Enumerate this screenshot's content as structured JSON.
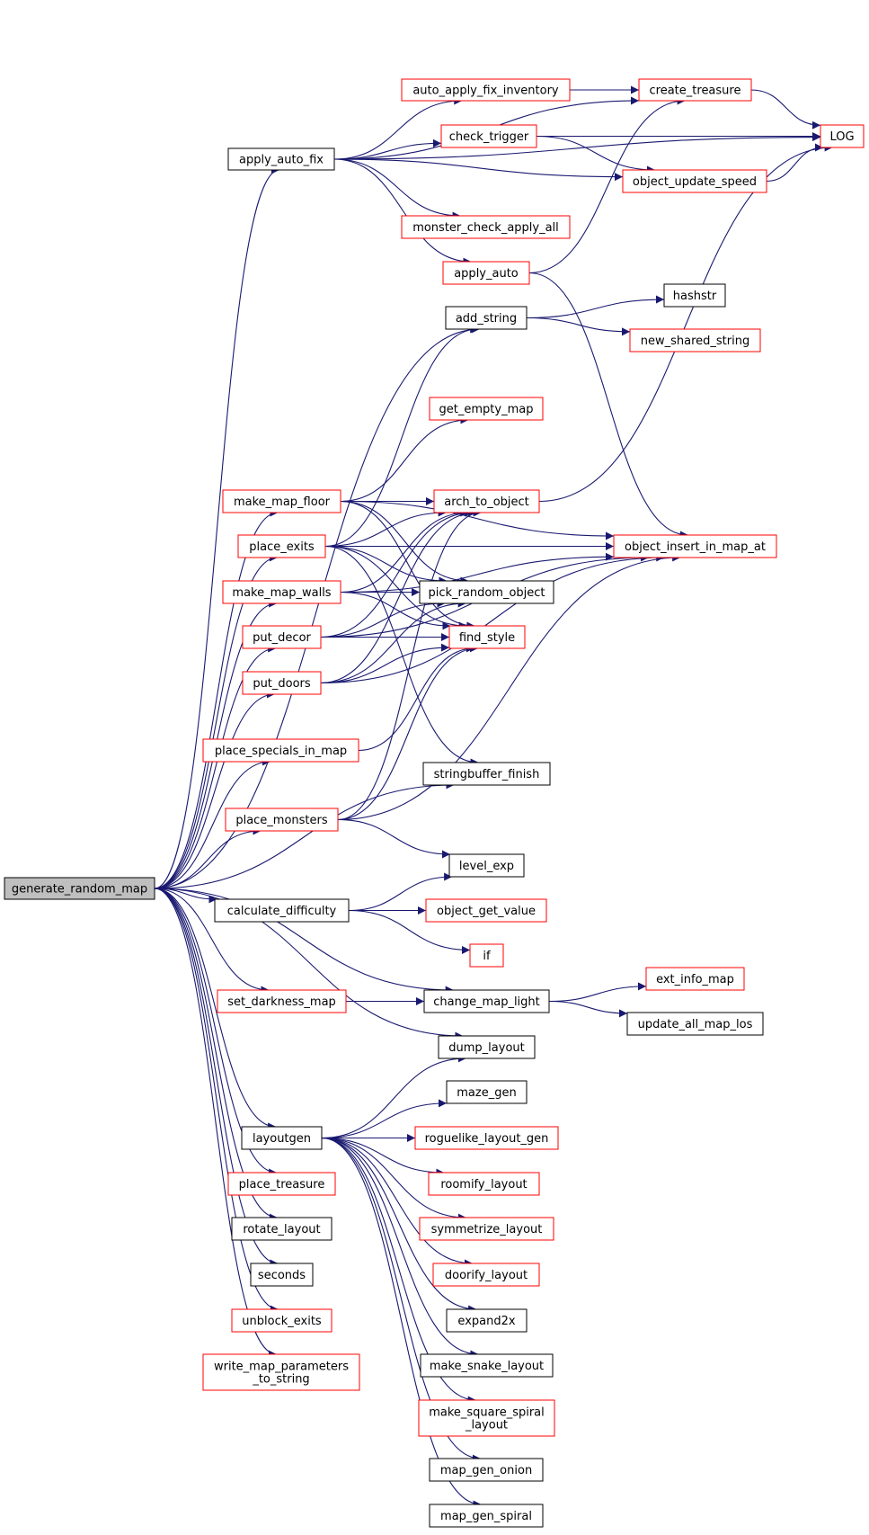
{
  "colors": {
    "edge": "#191970",
    "black_border": "#000000",
    "red_border": "#ff0000",
    "root_fill": "#bfbfbf",
    "node_fill": "#ffffff",
    "text": "#000000"
  },
  "nodes": [
    {
      "id": "generate_random_map",
      "label": "generate_random_map",
      "border": "black",
      "root": true
    },
    {
      "id": "apply_auto_fix",
      "label": "apply_auto_fix",
      "border": "black"
    },
    {
      "id": "auto_apply_fix_inventory",
      "label": "auto_apply_fix_inventory",
      "border": "red"
    },
    {
      "id": "create_treasure",
      "label": "create_treasure",
      "border": "red"
    },
    {
      "id": "LOG",
      "label": "LOG",
      "border": "red"
    },
    {
      "id": "check_trigger",
      "label": "check_trigger",
      "border": "red"
    },
    {
      "id": "object_update_speed",
      "label": "object_update_speed",
      "border": "red"
    },
    {
      "id": "monster_check_apply_all",
      "label": "monster_check_apply_all",
      "border": "red"
    },
    {
      "id": "apply_auto",
      "label": "apply_auto",
      "border": "red"
    },
    {
      "id": "hashstr",
      "label": "hashstr",
      "border": "black"
    },
    {
      "id": "add_string",
      "label": "add_string",
      "border": "black"
    },
    {
      "id": "new_shared_string",
      "label": "new_shared_string",
      "border": "red"
    },
    {
      "id": "get_empty_map",
      "label": "get_empty_map",
      "border": "red"
    },
    {
      "id": "make_map_floor",
      "label": "make_map_floor",
      "border": "red"
    },
    {
      "id": "arch_to_object",
      "label": "arch_to_object",
      "border": "red"
    },
    {
      "id": "place_exits",
      "label": "place_exits",
      "border": "red"
    },
    {
      "id": "object_insert_in_map_at",
      "label": "object_insert_in_map_at",
      "border": "red"
    },
    {
      "id": "make_map_walls",
      "label": "make_map_walls",
      "border": "red"
    },
    {
      "id": "pick_random_object",
      "label": "pick_random_object",
      "border": "black"
    },
    {
      "id": "put_decor",
      "label": "put_decor",
      "border": "red"
    },
    {
      "id": "find_style",
      "label": "find_style",
      "border": "red"
    },
    {
      "id": "put_doors",
      "label": "put_doors",
      "border": "red"
    },
    {
      "id": "place_specials_in_map",
      "label": "place_specials_in_map",
      "border": "red"
    },
    {
      "id": "stringbuffer_finish",
      "label": "stringbuffer_finish",
      "border": "black"
    },
    {
      "id": "place_monsters",
      "label": "place_monsters",
      "border": "red"
    },
    {
      "id": "level_exp",
      "label": "level_exp",
      "border": "black"
    },
    {
      "id": "calculate_difficulty",
      "label": "calculate_difficulty",
      "border": "black"
    },
    {
      "id": "object_get_value",
      "label": "object_get_value",
      "border": "red"
    },
    {
      "id": "if",
      "label": "if",
      "border": "red"
    },
    {
      "id": "ext_info_map",
      "label": "ext_info_map",
      "border": "red"
    },
    {
      "id": "set_darkness_map",
      "label": "set_darkness_map",
      "border": "red"
    },
    {
      "id": "change_map_light",
      "label": "change_map_light",
      "border": "black"
    },
    {
      "id": "update_all_map_los",
      "label": "update_all_map_los",
      "border": "black"
    },
    {
      "id": "dump_layout",
      "label": "dump_layout",
      "border": "black"
    },
    {
      "id": "maze_gen",
      "label": "maze_gen",
      "border": "black"
    },
    {
      "id": "layoutgen",
      "label": "layoutgen",
      "border": "black"
    },
    {
      "id": "roguelike_layout_gen",
      "label": "roguelike_layout_gen",
      "border": "red"
    },
    {
      "id": "place_treasure",
      "label": "place_treasure",
      "border": "red"
    },
    {
      "id": "roomify_layout",
      "label": "roomify_layout",
      "border": "red"
    },
    {
      "id": "rotate_layout",
      "label": "rotate_layout",
      "border": "black"
    },
    {
      "id": "symmetrize_layout",
      "label": "symmetrize_layout",
      "border": "red"
    },
    {
      "id": "seconds",
      "label": "seconds",
      "border": "black"
    },
    {
      "id": "doorify_layout",
      "label": "doorify_layout",
      "border": "red"
    },
    {
      "id": "unblock_exits",
      "label": "unblock_exits",
      "border": "red"
    },
    {
      "id": "expand2x",
      "label": "expand2x",
      "border": "black"
    },
    {
      "id": "write_map_parameters_to_string",
      "label": "write_map_parameters\n_to_string",
      "border": "red"
    },
    {
      "id": "make_snake_layout",
      "label": "make_snake_layout",
      "border": "black"
    },
    {
      "id": "make_square_spiral_layout",
      "label": "make_square_spiral\n_layout",
      "border": "red"
    },
    {
      "id": "map_gen_onion",
      "label": "map_gen_onion",
      "border": "black"
    },
    {
      "id": "map_gen_spiral",
      "label": "map_gen_spiral",
      "border": "black"
    }
  ],
  "edges": [
    [
      "generate_random_map",
      "apply_auto_fix"
    ],
    [
      "generate_random_map",
      "add_string"
    ],
    [
      "generate_random_map",
      "make_map_floor"
    ],
    [
      "generate_random_map",
      "place_exits"
    ],
    [
      "generate_random_map",
      "make_map_walls"
    ],
    [
      "generate_random_map",
      "put_decor"
    ],
    [
      "generate_random_map",
      "put_doors"
    ],
    [
      "generate_random_map",
      "place_specials_in_map"
    ],
    [
      "generate_random_map",
      "place_monsters"
    ],
    [
      "generate_random_map",
      "stringbuffer_finish"
    ],
    [
      "generate_random_map",
      "calculate_difficulty"
    ],
    [
      "generate_random_map",
      "set_darkness_map"
    ],
    [
      "generate_random_map",
      "change_map_light"
    ],
    [
      "generate_random_map",
      "dump_layout"
    ],
    [
      "generate_random_map",
      "layoutgen"
    ],
    [
      "generate_random_map",
      "place_treasure"
    ],
    [
      "generate_random_map",
      "rotate_layout"
    ],
    [
      "generate_random_map",
      "seconds"
    ],
    [
      "generate_random_map",
      "unblock_exits"
    ],
    [
      "generate_random_map",
      "write_map_parameters_to_string"
    ],
    [
      "apply_auto_fix",
      "LOG"
    ],
    [
      "apply_auto_fix",
      "create_treasure"
    ],
    [
      "apply_auto_fix",
      "auto_apply_fix_inventory"
    ],
    [
      "apply_auto_fix",
      "check_trigger"
    ],
    [
      "apply_auto_fix",
      "object_update_speed"
    ],
    [
      "apply_auto_fix",
      "monster_check_apply_all"
    ],
    [
      "apply_auto_fix",
      "apply_auto"
    ],
    [
      "auto_apply_fix_inventory",
      "create_treasure"
    ],
    [
      "create_treasure",
      "LOG"
    ],
    [
      "check_trigger",
      "LOG"
    ],
    [
      "check_trigger",
      "object_update_speed"
    ],
    [
      "object_update_speed",
      "LOG"
    ],
    [
      "apply_auto",
      "create_treasure"
    ],
    [
      "apply_auto",
      "object_insert_in_map_at"
    ],
    [
      "add_string",
      "hashstr"
    ],
    [
      "add_string",
      "new_shared_string"
    ],
    [
      "make_map_floor",
      "get_empty_map"
    ],
    [
      "make_map_floor",
      "arch_to_object"
    ],
    [
      "make_map_floor",
      "object_insert_in_map_at"
    ],
    [
      "make_map_floor",
      "pick_random_object"
    ],
    [
      "make_map_floor",
      "find_style"
    ],
    [
      "place_exits",
      "add_string"
    ],
    [
      "place_exits",
      "arch_to_object"
    ],
    [
      "place_exits",
      "object_insert_in_map_at"
    ],
    [
      "place_exits",
      "pick_random_object"
    ],
    [
      "place_exits",
      "find_style"
    ],
    [
      "place_exits",
      "stringbuffer_finish"
    ],
    [
      "arch_to_object",
      "LOG"
    ],
    [
      "make_map_walls",
      "arch_to_object"
    ],
    [
      "make_map_walls",
      "object_insert_in_map_at"
    ],
    [
      "make_map_walls",
      "pick_random_object"
    ],
    [
      "make_map_walls",
      "find_style"
    ],
    [
      "put_decor",
      "arch_to_object"
    ],
    [
      "put_decor",
      "pick_random_object"
    ],
    [
      "put_decor",
      "find_style"
    ],
    [
      "put_decor",
      "object_insert_in_map_at"
    ],
    [
      "put_doors",
      "arch_to_object"
    ],
    [
      "put_doors",
      "pick_random_object"
    ],
    [
      "put_doors",
      "find_style"
    ],
    [
      "put_doors",
      "object_insert_in_map_at"
    ],
    [
      "place_specials_in_map",
      "find_style"
    ],
    [
      "place_monsters",
      "arch_to_object"
    ],
    [
      "place_monsters",
      "find_style"
    ],
    [
      "place_monsters",
      "object_insert_in_map_at"
    ],
    [
      "place_monsters",
      "level_exp"
    ],
    [
      "calculate_difficulty",
      "level_exp"
    ],
    [
      "calculate_difficulty",
      "object_get_value"
    ],
    [
      "calculate_difficulty",
      "if"
    ],
    [
      "set_darkness_map",
      "change_map_light"
    ],
    [
      "change_map_light",
      "ext_info_map"
    ],
    [
      "change_map_light",
      "update_all_map_los"
    ],
    [
      "layoutgen",
      "dump_layout"
    ],
    [
      "layoutgen",
      "maze_gen"
    ],
    [
      "layoutgen",
      "roguelike_layout_gen"
    ],
    [
      "layoutgen",
      "roomify_layout"
    ],
    [
      "layoutgen",
      "symmetrize_layout"
    ],
    [
      "layoutgen",
      "doorify_layout"
    ],
    [
      "layoutgen",
      "expand2x"
    ],
    [
      "layoutgen",
      "make_snake_layout"
    ],
    [
      "layoutgen",
      "make_square_spiral_layout"
    ],
    [
      "layoutgen",
      "map_gen_onion"
    ],
    [
      "layoutgen",
      "map_gen_spiral"
    ]
  ]
}
